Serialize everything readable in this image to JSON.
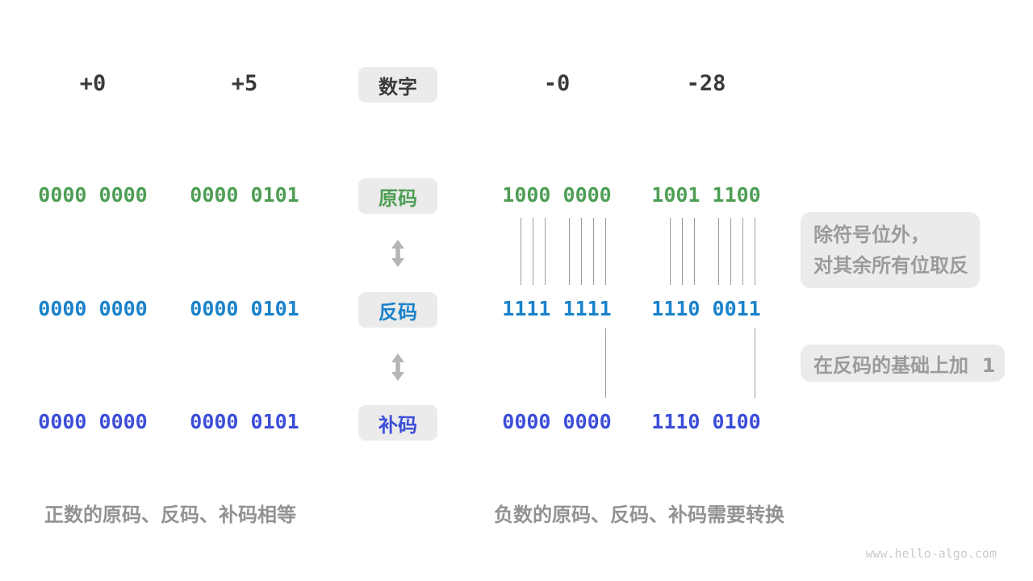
{
  "header": {
    "numbers": [
      "+0",
      "+5",
      "-0",
      "-28"
    ],
    "center_label": "数字"
  },
  "rows": [
    {
      "label": "原码",
      "values": [
        "0000 0000",
        "0000 0101",
        "1000 0000",
        "1001 1100"
      ]
    },
    {
      "label": "反码",
      "values": [
        "0000 0000",
        "0000 0101",
        "1111 1111",
        "1110 0011"
      ]
    },
    {
      "label": "补码",
      "values": [
        "0000 0000",
        "0000 0101",
        "0000 0000",
        "1110 0100"
      ]
    }
  ],
  "annotations": {
    "invert_line1": "除符号位外，",
    "invert_line2": "对其余所有位取反",
    "add_one": "在反码的基础上加  1"
  },
  "captions": {
    "positive": "正数的原码、反码、补码相等",
    "negative": "负数的原码、反码、补码需要转换"
  },
  "watermark": "www.hello-algo.com",
  "colors": {
    "sign_green": "#4d9e54",
    "ones_blue": "#1a82cb",
    "twos_indigo": "#3c4ed8",
    "chip_bg": "#ebebeb",
    "text_dark": "#3a3a3a",
    "caption_gray": "#929292",
    "annotation_gray": "#9b9b9b",
    "connector_gray": "#9b9b9b",
    "arrow_gray": "#b5b5b5",
    "watermark_gray": "#cbcbcb"
  }
}
